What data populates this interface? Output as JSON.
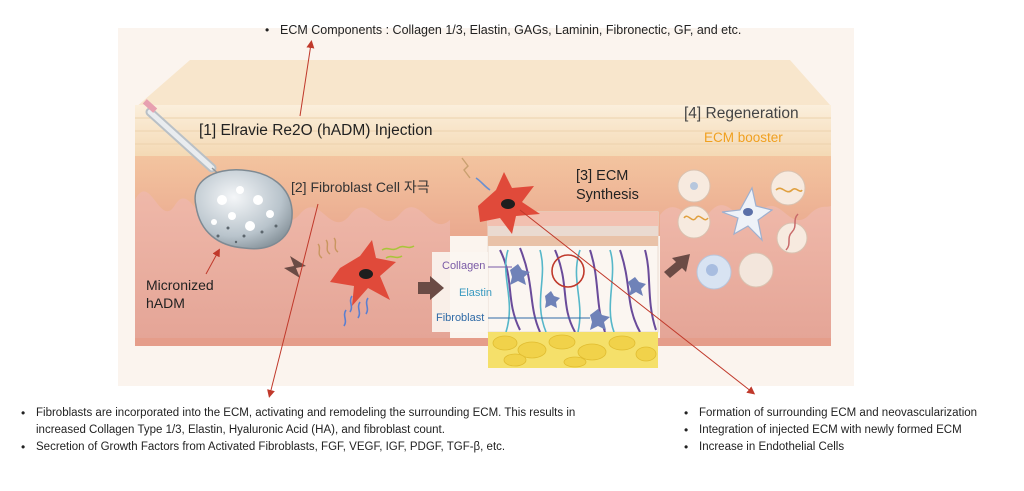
{
  "top_note": "ECM Components : Collagen 1/3, Elastin, GAGs, Laminin, Fibronectic, GF, and etc.",
  "diagram": {
    "step1": "[1]  Elravie Re2O (hADM) Injection",
    "step2": "[2] Fibroblast Cell 자극",
    "step3_line1": "[3] ECM",
    "step3_line2": "Synthesis",
    "step4": "[4] Regeneration",
    "booster": "ECM booster",
    "micronized_line1": "Micronized",
    "micronized_line2": "hADM",
    "label_collagen": "Collagen",
    "label_elastin": "Elastin",
    "label_fibroblast": "Fibroblast"
  },
  "left_notes": [
    "Fibroblasts are incorporated into the ECM, activating and remodeling the surrounding ECM. This results in increased Collagen Type 1/3, Elastin, Hyaluronic Acid (HA), and fibroblast count.",
    "Secretion of Growth Factors from Activated Fibroblasts, FGF, VEGF, IGF, PDGF, TGF-β, etc."
  ],
  "right_notes": [
    "Formation of surrounding ECM and neovascularization",
    "Integration of injected ECM with newly formed ECM",
    "Increase in Endothelial Cells"
  ],
  "colors": {
    "epidermis": "#f6e2c4",
    "dermis": "#f0b79c",
    "deep_dermis": "#eab0a4",
    "fibroblast": "#e04a3a",
    "arrow_line": "#c0392b"
  }
}
